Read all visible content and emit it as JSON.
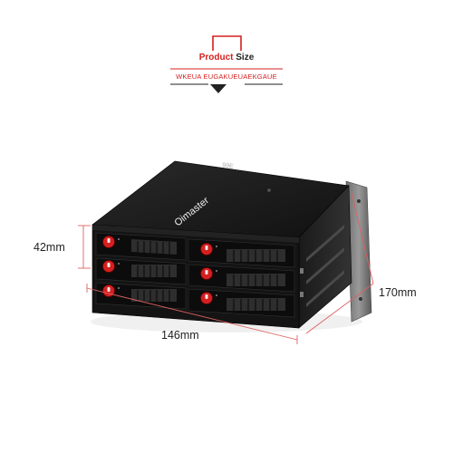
{
  "header": {
    "title_highlight": "Product",
    "title_rest": " Size",
    "subtitle": "WKEUA EUGAKUEUAEKGAUE"
  },
  "product": {
    "brand": "Oimaster",
    "top_marking": "99E"
  },
  "dimensions": {
    "height": "42mm",
    "width": "146mm",
    "depth": "170mm"
  },
  "colors": {
    "accent": "#d42020",
    "body": "#141414",
    "dimension_line": "#e06060"
  }
}
